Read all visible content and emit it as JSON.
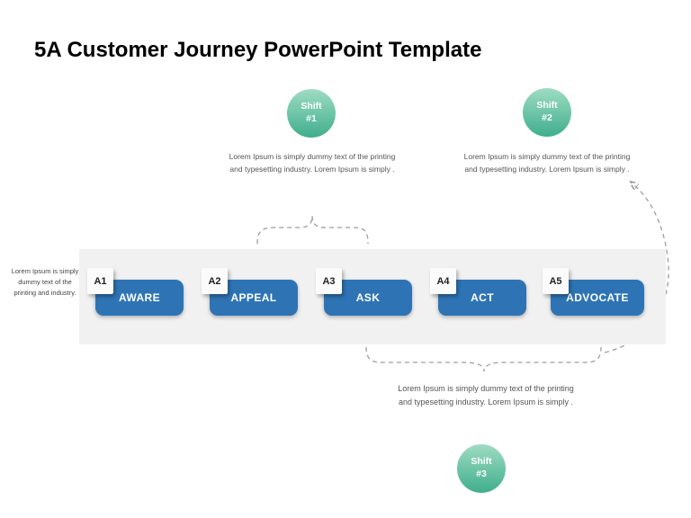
{
  "title": "5A Customer Journey PowerPoint Template",
  "shifts": [
    {
      "name": "Shift",
      "number": "#1",
      "text": "Lorem Ipsum is simply dummy text of the printing and typesetting industry. Lorem Ipsum is simply ."
    },
    {
      "name": "Shift",
      "number": "#2",
      "text": "Lorem Ipsum is simply dummy text of the printing and typesetting industry. Lorem Ipsum is simply ."
    },
    {
      "name": "Shift",
      "number": "#3",
      "text": "Lorem Ipsum is simply dummy text of the printing and typesetting industry. Lorem Ipsum is simply ."
    }
  ],
  "left_note": "Lorem Ipsum is simply dummy text of the printing and industry.",
  "stages": [
    {
      "tag": "A1",
      "label": "AWARE"
    },
    {
      "tag": "A2",
      "label": "APPEAL"
    },
    {
      "tag": "A3",
      "label": "ASK"
    },
    {
      "tag": "A4",
      "label": "ACT"
    },
    {
      "tag": "A5",
      "label": "ADVOCATE"
    }
  ],
  "colors": {
    "stage_blue": "#2E74B5",
    "circle_gradient_top": "#9FDCC3",
    "circle_gradient_bottom": "#3FAE8C",
    "band_gray": "#F1F1F2",
    "dashed_gray": "#9E9E9E"
  }
}
